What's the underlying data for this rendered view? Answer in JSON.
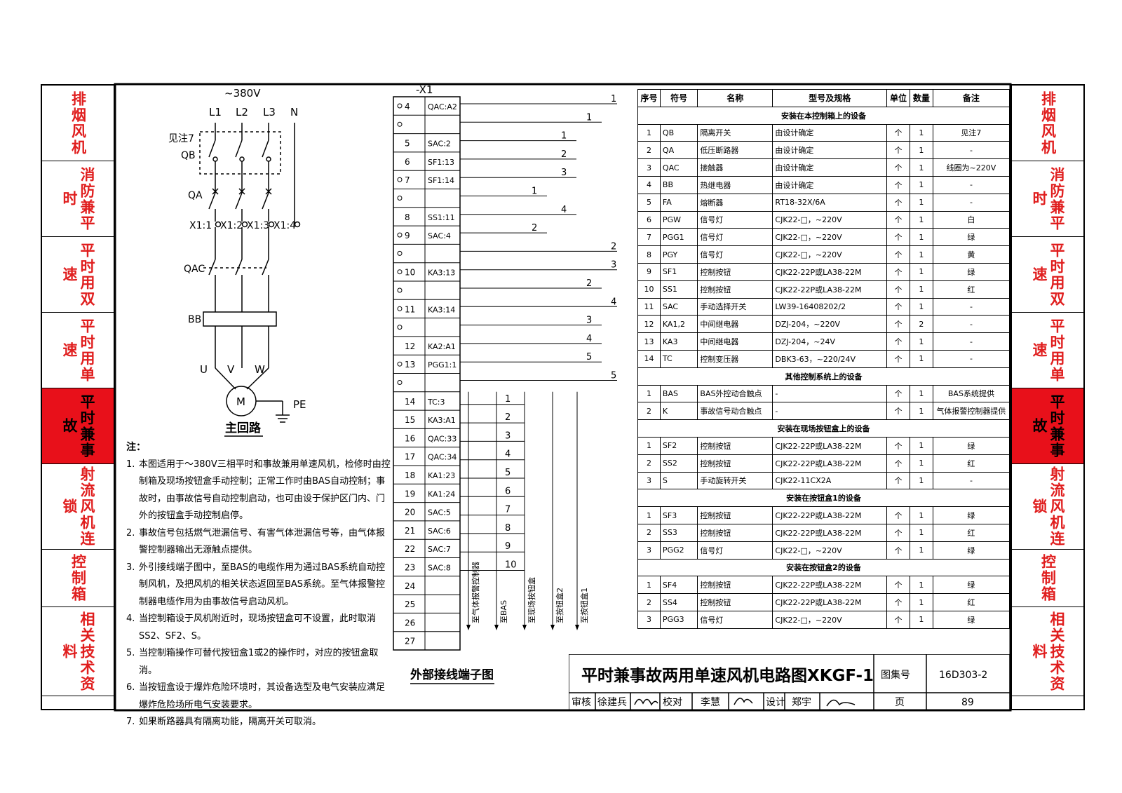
{
  "side_nav": [
    {
      "label": "排烟风机",
      "active": false
    },
    {
      "label": "消防兼平时",
      "active": false
    },
    {
      "label": "平时用双速",
      "active": false
    },
    {
      "label": "平时用单速",
      "active": false
    },
    {
      "label": "平时兼事故",
      "active": true
    },
    {
      "label": "射流风机连锁",
      "active": false
    },
    {
      "label": "控制箱",
      "active": false
    },
    {
      "label": "相关技术资料",
      "active": false
    }
  ],
  "main_circuit": {
    "voltage": "~380V",
    "phases": [
      "L1",
      "L2",
      "L3"
    ],
    "neutral": "N",
    "note_ref": "见注7",
    "qb": "QB",
    "qa": "QA",
    "terminals": [
      "X1:1",
      "X1:2",
      "X1:3",
      "X1:4"
    ],
    "qac": "QAC",
    "bb": "BB",
    "windings": [
      "U",
      "V",
      "W"
    ],
    "motor": "M",
    "pe": "PE",
    "caption": "主回路"
  },
  "notes": {
    "title": "注：",
    "items": [
      {
        "no": "1.",
        "text": "本图适用于～380V三相平时和事故兼用单速风机，检修时由控制箱及现场按钮盒手动控制；正常工作时由BAS自动控制；事故时，由事故信号自动控制启动，也可由设于保护区门内、门外的按钮盒手动控制启停。"
      },
      {
        "no": "2.",
        "text": "事故信号包括燃气泄漏信号、有害气体泄漏信号等，由气体报警控制器输出无源触点提供。"
      },
      {
        "no": "3.",
        "text": "外引接线端子图中，至BAS的电缆作用为通过BAS系统自动控制风机，及把风机的相关状态返回至BAS系统。至气体报警控制器电缆作用为由事故信号启动风机。"
      },
      {
        "no": "4.",
        "text": "当控制箱设于风机附近时，现场按钮盒可不设置，此时取消SS2、SF2、S。"
      },
      {
        "no": "5.",
        "text": "当控制箱操作可替代按钮盒1或2的操作时，对应的按钮盒取消。"
      },
      {
        "no": "6.",
        "text": "当按钮盒设于爆炸危险环境时，其设备选型及电气安装应满足爆炸危险场所电气安装要求。"
      },
      {
        "no": "7.",
        "text": "如果断路器具有隔离功能，隔离开关可取消。"
      }
    ]
  },
  "terminal_strip": {
    "title": "-X1",
    "rows": [
      {
        "no": "4",
        "tag": "QAC:A2",
        "dot": true
      },
      {
        "no": "",
        "tag": "",
        "dot": true
      },
      {
        "no": "5",
        "tag": "SAC:2",
        "dot": false
      },
      {
        "no": "6",
        "tag": "SF1:13",
        "dot": false
      },
      {
        "no": "7",
        "tag": "SF1:14",
        "dot": true
      },
      {
        "no": "",
        "tag": "",
        "dot": true
      },
      {
        "no": "8",
        "tag": "SS1:11",
        "dot": false
      },
      {
        "no": "9",
        "tag": "SAC:4",
        "dot": true
      },
      {
        "no": "",
        "tag": "",
        "dot": true
      },
      {
        "no": "10",
        "tag": "KA3:13",
        "dot": true
      },
      {
        "no": "",
        "tag": "",
        "dot": true
      },
      {
        "no": "11",
        "tag": "KA3:14",
        "dot": true
      },
      {
        "no": "",
        "tag": "",
        "dot": true
      },
      {
        "no": "12",
        "tag": "KA2:A1",
        "dot": false
      },
      {
        "no": "13",
        "tag": "PGG1:1",
        "dot": true
      },
      {
        "no": "",
        "tag": "",
        "dot": true
      },
      {
        "no": "14",
        "tag": "TC:3",
        "dot": false
      },
      {
        "no": "15",
        "tag": "KA3:A1",
        "dot": false
      },
      {
        "no": "16",
        "tag": "QAC:33",
        "dot": false
      },
      {
        "no": "17",
        "tag": "QAC:34",
        "dot": false
      },
      {
        "no": "18",
        "tag": "KA1:23",
        "dot": false
      },
      {
        "no": "19",
        "tag": "KA1:24",
        "dot": false
      },
      {
        "no": "20",
        "tag": "SAC:5",
        "dot": false
      },
      {
        "no": "21",
        "tag": "SAC:6",
        "dot": false
      },
      {
        "no": "22",
        "tag": "SAC:7",
        "dot": false
      },
      {
        "no": "23",
        "tag": "SAC:8",
        "dot": false
      },
      {
        "no": "24",
        "tag": "",
        "dot": false
      },
      {
        "no": "25",
        "tag": "",
        "dot": false
      },
      {
        "no": "26",
        "tag": "",
        "dot": false
      },
      {
        "no": "27",
        "tag": "",
        "dot": false
      }
    ],
    "wires": [
      {
        "row": 0,
        "label": "1",
        "col": 3
      },
      {
        "row": 1,
        "label": "1",
        "col": 2
      },
      {
        "row": 2,
        "label": "1",
        "col": 1
      },
      {
        "row": 3,
        "label": "2",
        "col": 1
      },
      {
        "row": 4,
        "label": "3",
        "col": 1
      },
      {
        "row": 5,
        "label": "1",
        "col": 0
      },
      {
        "row": 6,
        "label": "4",
        "col": 1
      },
      {
        "row": 7,
        "label": "2",
        "col": 0
      },
      {
        "row": 8,
        "label": "2",
        "col": 3
      },
      {
        "row": 9,
        "label": "3",
        "col": 3
      },
      {
        "row": 10,
        "label": "2",
        "col": 2
      },
      {
        "row": 11,
        "label": "4",
        "col": 3
      },
      {
        "row": 12,
        "label": "3",
        "col": 2
      },
      {
        "row": 13,
        "label": "4",
        "col": 2
      },
      {
        "row": 14,
        "label": "5",
        "col": 2
      },
      {
        "row": 15,
        "label": "5",
        "col": 3
      }
    ],
    "bottom_wires": [
      "1",
      "2",
      "3",
      "4",
      "5",
      "6",
      "7",
      "8",
      "9",
      "10"
    ],
    "destinations": [
      "至气体报警控制器",
      "至BAS",
      "至现场按钮盒",
      "至按钮盒2",
      "至按钮盒1"
    ],
    "caption": "外部接线端子图"
  },
  "spec_table": {
    "headers": [
      "序号",
      "符号",
      "名称",
      "型号及规格",
      "单位",
      "数量",
      "备注"
    ],
    "rows": [
      {
        "section": "安装在本控制箱上的设备"
      },
      {
        "cells": [
          "1",
          "QB",
          "隔离开关",
          "由设计确定",
          "个",
          "1",
          "见注7"
        ]
      },
      {
        "cells": [
          "2",
          "QA",
          "低压断路器",
          "由设计确定",
          "个",
          "1",
          "-"
        ]
      },
      {
        "cells": [
          "3",
          "QAC",
          "接触器",
          "由设计确定",
          "个",
          "1",
          "线圈为~220V"
        ]
      },
      {
        "cells": [
          "4",
          "BB",
          "热继电器",
          "由设计确定",
          "个",
          "1",
          "-"
        ]
      },
      {
        "cells": [
          "5",
          "FA",
          "熔断器",
          "RT18-32X/6A",
          "个",
          "1",
          "-"
        ]
      },
      {
        "cells": [
          "6",
          "PGW",
          "信号灯",
          "CJK22-□，~220V",
          "个",
          "1",
          "白"
        ]
      },
      {
        "cells": [
          "7",
          "PGG1",
          "信号灯",
          "CJK22-□，~220V",
          "个",
          "1",
          "绿"
        ]
      },
      {
        "cells": [
          "8",
          "PGY",
          "信号灯",
          "CJK22-□，~220V",
          "个",
          "1",
          "黄"
        ]
      },
      {
        "cells": [
          "9",
          "SF1",
          "控制按钮",
          "CJK22-22P或LA38-22M",
          "个",
          "1",
          "绿"
        ]
      },
      {
        "cells": [
          "10",
          "SS1",
          "控制按钮",
          "CJK22-22P或LA38-22M",
          "个",
          "1",
          "红"
        ]
      },
      {
        "cells": [
          "11",
          "SAC",
          "手动选择开关",
          "LW39-16408202/2",
          "个",
          "1",
          "-"
        ]
      },
      {
        "cells": [
          "12",
          "KA1,2",
          "中间继电器",
          "DZJ-204，~220V",
          "个",
          "2",
          "-"
        ]
      },
      {
        "cells": [
          "13",
          "KA3",
          "中间继电器",
          "DZJ-204，~24V",
          "个",
          "1",
          "-"
        ]
      },
      {
        "cells": [
          "14",
          "TC",
          "控制变压器",
          "DBK3-63，~220/24V",
          "个",
          "1",
          "-"
        ]
      },
      {
        "section": "其他控制系统上的设备"
      },
      {
        "cells": [
          "1",
          "BAS",
          "BAS外控动合触点",
          "-",
          "个",
          "1",
          "BAS系统提供"
        ]
      },
      {
        "cells": [
          "2",
          "K",
          "事故信号动合触点",
          "-",
          "个",
          "1",
          "气体报警控制器提供"
        ]
      },
      {
        "section": "安装在现场按钮盒上的设备"
      },
      {
        "cells": [
          "1",
          "SF2",
          "控制按钮",
          "CJK22-22P或LA38-22M",
          "个",
          "1",
          "绿"
        ]
      },
      {
        "cells": [
          "2",
          "SS2",
          "控制按钮",
          "CJK22-22P或LA38-22M",
          "个",
          "1",
          "红"
        ]
      },
      {
        "cells": [
          "3",
          "S",
          "手动旋转开关",
          "CJK22-11CX2A",
          "个",
          "1",
          "-"
        ]
      },
      {
        "section": "安装在按钮盒1的设备"
      },
      {
        "cells": [
          "1",
          "SF3",
          "控制按钮",
          "CJK22-22P或LA38-22M",
          "个",
          "1",
          "绿"
        ]
      },
      {
        "cells": [
          "2",
          "SS3",
          "控制按钮",
          "CJK22-22P或LA38-22M",
          "个",
          "1",
          "红"
        ]
      },
      {
        "cells": [
          "3",
          "PGG2",
          "信号灯",
          "CJK22-□，~220V",
          "个",
          "1",
          "绿"
        ]
      },
      {
        "section": "安装在按钮盒2的设备"
      },
      {
        "cells": [
          "1",
          "SF4",
          "控制按钮",
          "CJK22-22P或LA38-22M",
          "个",
          "1",
          "绿"
        ]
      },
      {
        "cells": [
          "2",
          "SS4",
          "控制按钮",
          "CJK22-22P或LA38-22M",
          "个",
          "1",
          "红"
        ]
      },
      {
        "cells": [
          "3",
          "PGG3",
          "信号灯",
          "CJK22-□，~220V",
          "个",
          "1",
          "绿"
        ]
      }
    ]
  },
  "title_block": {
    "title": "平时兼事故两用单速风机电路图XKGF-1",
    "atlas_label": "图集号",
    "atlas_no": "16D303-2",
    "review_label": "审核",
    "reviewer": "徐建兵",
    "check_label": "校对",
    "checker": "李慧",
    "design_label": "设计",
    "designer": "郑宇",
    "page_label": "页",
    "page_no": "89"
  },
  "colors": {
    "accent": "#e01e1e",
    "active_bg": "#e8101a",
    "line": "#000000"
  }
}
